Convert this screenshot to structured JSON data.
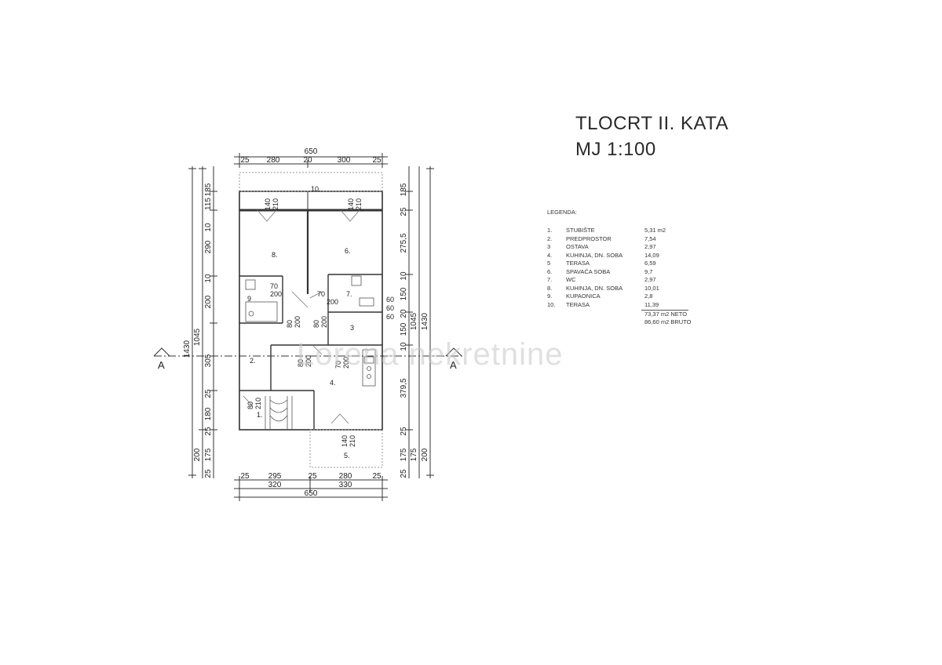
{
  "title": {
    "line1": "TLOCRT II. KATA",
    "line2": "MJ 1:100"
  },
  "watermark": "Lorena nekretnine",
  "legend": {
    "heading": "LEGENDA:",
    "items": [
      {
        "num": "1.",
        "name": "STUBIŠTE",
        "area": "5,31 m2"
      },
      {
        "num": "2.",
        "name": "PREDPROSTOR",
        "area": "7,54"
      },
      {
        "num": "3",
        "name": "OSTAVA",
        "area": "2,97"
      },
      {
        "num": "4.",
        "name": "KUHINJA, DN. SOBA",
        "area": "14,09"
      },
      {
        "num": "5",
        "name": "TERASA",
        "area": "6,59"
      },
      {
        "num": "6.",
        "name": "SPAVAĆA SOBA",
        "area": "9,7"
      },
      {
        "num": "7.",
        "name": "WC",
        "area": "2,97"
      },
      {
        "num": "8.",
        "name": "KUHINJA, DN. SOBA",
        "area": "10,01"
      },
      {
        "num": "9.",
        "name": "KUPAONICA",
        "area": "2,8"
      },
      {
        "num": "10.",
        "name": "TERASA",
        "area": "11,39"
      }
    ],
    "total_net": "73,37 m2 NETO",
    "total_gross": "86,60 m2 BRUTO"
  },
  "section_marker": "A",
  "room_labels": [
    "10.",
    "8.",
    "6.",
    "9",
    "7.",
    "2.",
    "3",
    "4.",
    "1.",
    "5."
  ],
  "door_labels": {
    "d1": [
      "140",
      "210"
    ],
    "d2": [
      "140",
      "210"
    ],
    "d3": [
      "70",
      "200"
    ],
    "d4": [
      "70",
      "200"
    ],
    "d5": [
      "80",
      "200"
    ],
    "d6": [
      "80",
      "200"
    ],
    "d7": [
      "80",
      "200"
    ],
    "d8": [
      "70",
      "200"
    ],
    "d9": [
      "80",
      "210"
    ],
    "d10": [
      "140",
      "210"
    ]
  },
  "small_dims": [
    "60",
    "60",
    "60"
  ],
  "dims_top": {
    "total": "650",
    "segments": [
      "25",
      "280",
      "20",
      "300",
      "25"
    ]
  },
  "dims_bottom": {
    "segments1": [
      "25",
      "295",
      "25",
      "280",
      "25"
    ],
    "segments2": [
      "320",
      "330"
    ],
    "total": "650"
  },
  "dims_left": {
    "total": "1430",
    "sub1": "1045",
    "sub2": "200",
    "chain": [
      "185",
      "115",
      "10",
      "290",
      "10",
      "200",
      "305",
      "25",
      "180",
      "25",
      "175",
      "25"
    ]
  },
  "dims_right": {
    "total": "1430",
    "sub1": "1045",
    "chain": [
      "185",
      "25",
      "275,5",
      "10",
      "150",
      "20",
      "150",
      "10",
      "379,5",
      "25",
      "175",
      "25"
    ]
  }
}
